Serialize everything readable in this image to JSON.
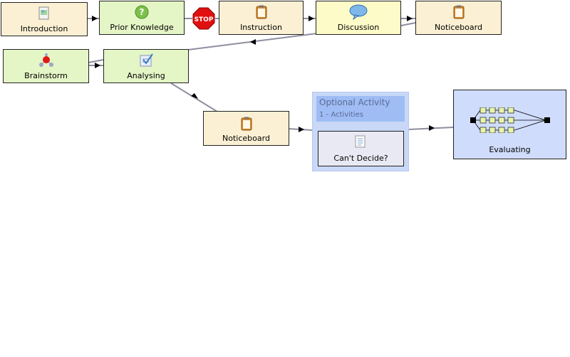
{
  "nodes": {
    "introduction": "Introduction",
    "prior_knowledge": "Prior Knowledge",
    "instruction": "Instruction",
    "discussion": "Discussion",
    "noticeboard_top": "Noticeboard",
    "brainstorm": "Brainstorm",
    "analysing": "Analysing",
    "noticeboard_mid": "Noticeboard",
    "evaluating": "Evaluating"
  },
  "stop_label": "STOP",
  "optional": {
    "title": "Optional Activity",
    "subtitle": "1 - Activities",
    "inner_label": "Can't Decide?"
  },
  "icons": {
    "introduction": "image-document-icon",
    "prior_knowledge": "question-icon",
    "instruction": "clipboard-icon",
    "discussion": "speech-bubble-icon",
    "noticeboard": "clipboard-icon",
    "brainstorm": "molecule-icon",
    "analysing": "checklist-icon",
    "cant_decide": "notepad-icon",
    "evaluating": "branching-grid-icon"
  },
  "colors": {
    "beige": "#fbf0d3",
    "green": "#e4f5c6",
    "yellow": "#fdfcc8",
    "blue": "#cfdcfb",
    "line": "#9999aa",
    "stop": "#e01010"
  }
}
